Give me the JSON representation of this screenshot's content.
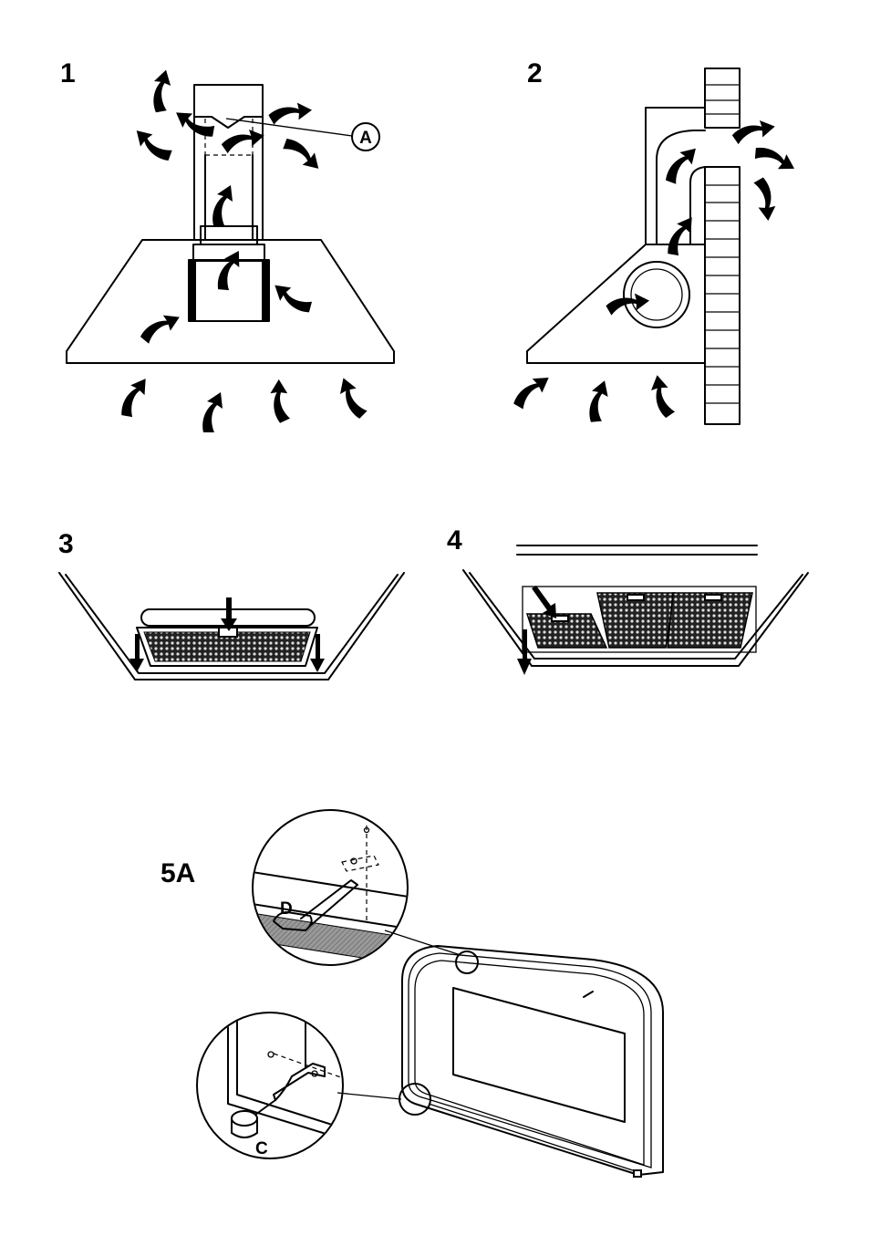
{
  "figures": [
    {
      "id": "1",
      "label": "1",
      "callouts": [
        "A"
      ]
    },
    {
      "id": "2",
      "label": "2",
      "callouts": []
    },
    {
      "id": "3",
      "label": "3",
      "callouts": []
    },
    {
      "id": "4",
      "label": "4",
      "callouts": []
    },
    {
      "id": "5A",
      "label": "5A",
      "callouts": [
        "D",
        "C"
      ]
    }
  ],
  "icons": {
    "airflow": "airflow-arrow-icon",
    "filter": "filter-mesh-icon"
  },
  "colors": {
    "ink": "#000000",
    "paper": "#ffffff",
    "mesh": "#333333",
    "shade": "#888888"
  }
}
